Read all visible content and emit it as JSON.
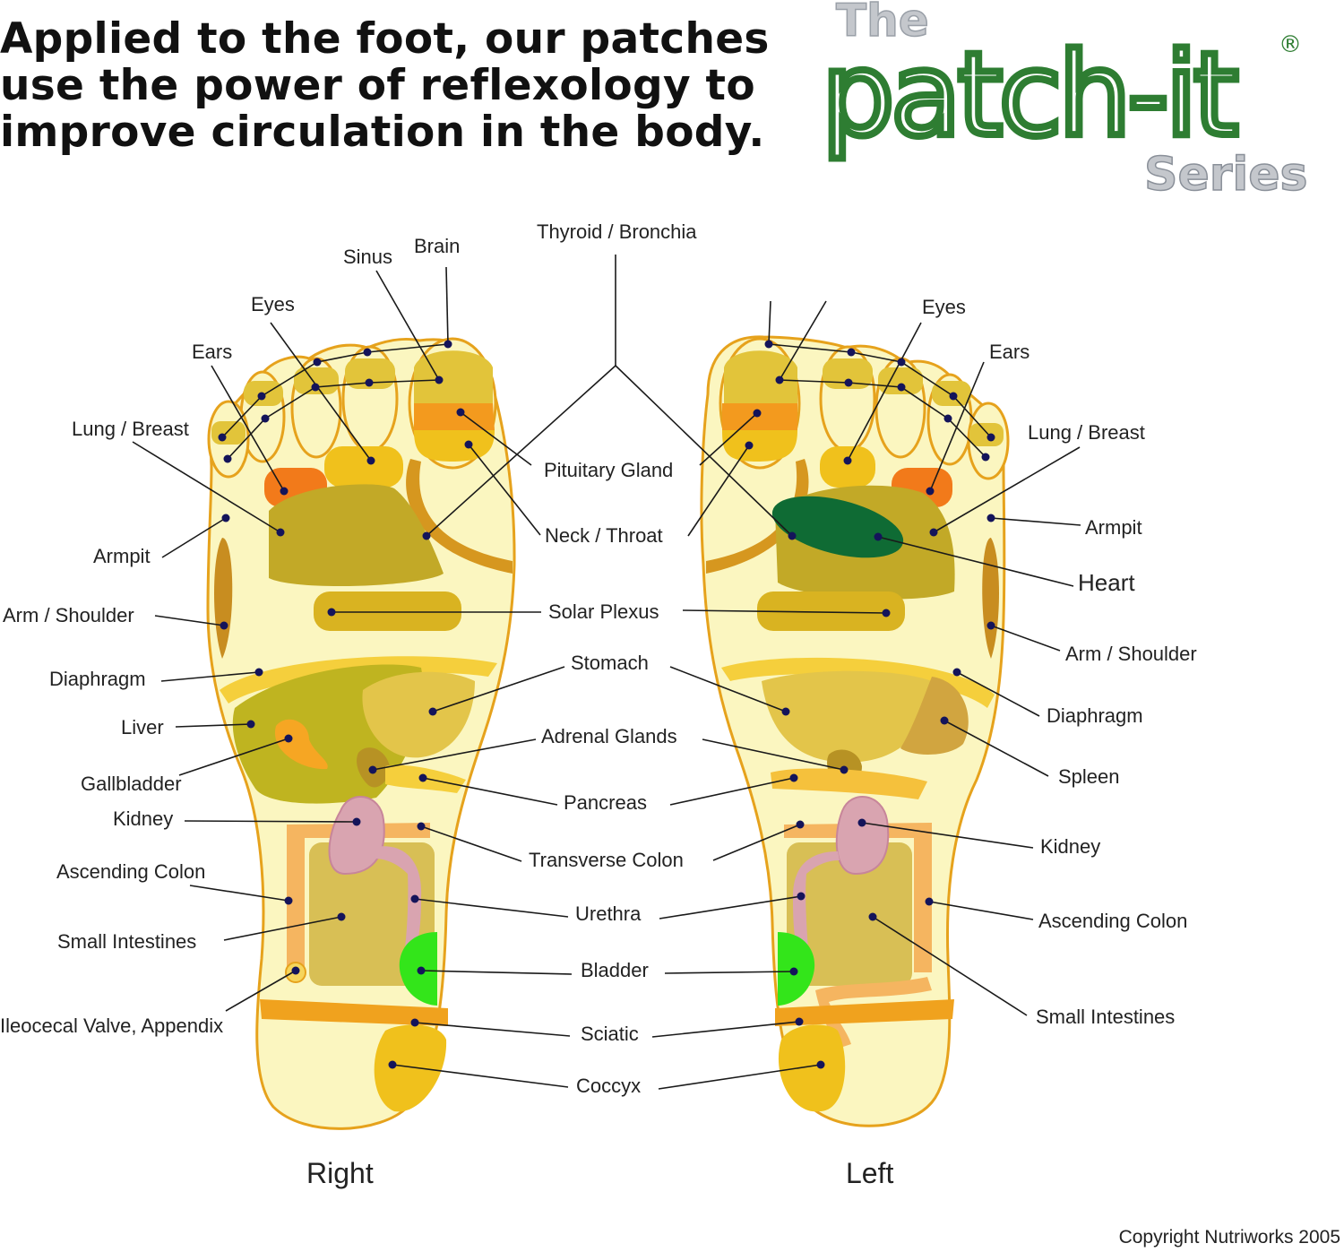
{
  "headline": {
    "line1": "Applied to the foot, our patches",
    "line2": "use the power of reflexology to",
    "line3": "improve circulation in the body."
  },
  "logo": {
    "the": "The",
    "wordmark": "patch-it",
    "registered": "®",
    "series": "Series",
    "color": "#2e7d32"
  },
  "labels": {
    "right": {
      "brain": "Brain",
      "sinus": "Sinus",
      "eyes": "Eyes",
      "ears": "Ears",
      "lung_breast": "Lung / Breast",
      "armpit": "Armpit",
      "arm_shoulder": "Arm / Shoulder",
      "diaphragm": "Diaphragm",
      "liver": "Liver",
      "gallbladder": "Gallbladder",
      "kidney": "Kidney",
      "ascending_colon": "Ascending Colon",
      "small_intestines": "Small Intestines",
      "ileocecal": "Ileocecal Valve, Appendix"
    },
    "center": {
      "thyroid": "Thyroid / Bronchia",
      "pituitary": "Pituitary Gland",
      "neck_throat": "Neck / Throat",
      "solar_plexus": "Solar Plexus",
      "stomach": "Stomach",
      "adrenal": "Adrenal Glands",
      "pancreas": "Pancreas",
      "transverse_colon": "Transverse Colon",
      "urethra": "Urethra",
      "bladder": "Bladder",
      "sciatic": "Sciatic",
      "coccyx": "Coccyx"
    },
    "left": {
      "eyes": "Eyes",
      "ears": "Ears",
      "lung_breast": "Lung / Breast",
      "armpit": "Armpit",
      "heart": "Heart",
      "arm_shoulder": "Arm / Shoulder",
      "diaphragm": "Diaphragm",
      "spleen": "Spleen",
      "kidney": "Kidney",
      "ascending_colon": "Ascending Colon",
      "small_intestines": "Small Intestines"
    }
  },
  "foot_names": {
    "right": "Right",
    "left": "Left"
  },
  "copyright": "Copyright Nutriworks 2005",
  "colors": {
    "foot_fill": "#fbf6c0",
    "foot_outline": "#e6a21c",
    "olive": "#c2a927",
    "mustard": "#e2c43a",
    "orange": "#f39a1e",
    "heart": "#0f6b34",
    "bladder": "#33e51a",
    "kidney": "#d9a4b0",
    "dot": "#14145a"
  }
}
